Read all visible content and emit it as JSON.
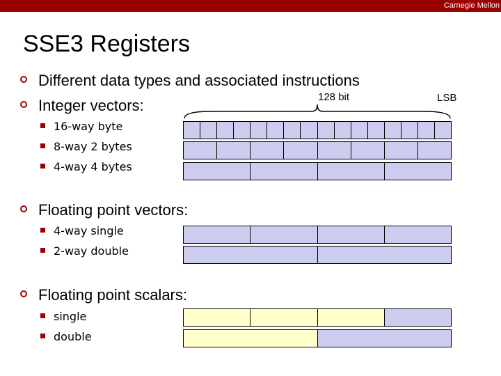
{
  "header": {
    "org": "Carnegie Mellon"
  },
  "slide": {
    "title": "SSE3 Registers",
    "bullets": [
      {
        "text": "Different data types and associated instructions"
      },
      {
        "text": "Integer vectors:",
        "sub": [
          "16-way byte",
          "8-way 2 bytes",
          "4-way 4 bytes"
        ]
      },
      {
        "text": "Floating point vectors:",
        "sub": [
          "4-way single",
          "2-way double"
        ]
      },
      {
        "text": "Floating point scalars:",
        "sub": [
          "single",
          "double"
        ]
      }
    ],
    "diagram": {
      "width_label": "128 bit",
      "lsb_label": "LSB",
      "colors": {
        "vector": "#ccccee",
        "unused": "#ffffcc",
        "border": "#000000"
      },
      "registers": [
        {
          "name": "16-way byte",
          "cells": 16,
          "used_from_lsb": 16
        },
        {
          "name": "8-way 2 bytes",
          "cells": 8,
          "used_from_lsb": 8
        },
        {
          "name": "4-way 4 bytes",
          "cells": 4,
          "used_from_lsb": 4
        },
        {
          "name": "4-way single",
          "cells": 4,
          "used_from_lsb": 4
        },
        {
          "name": "2-way double",
          "cells": 2,
          "used_from_lsb": 2
        },
        {
          "name": "single",
          "cells": 4,
          "used_from_lsb": 1
        },
        {
          "name": "double",
          "cells": 2,
          "used_from_lsb": 1
        }
      ]
    }
  }
}
